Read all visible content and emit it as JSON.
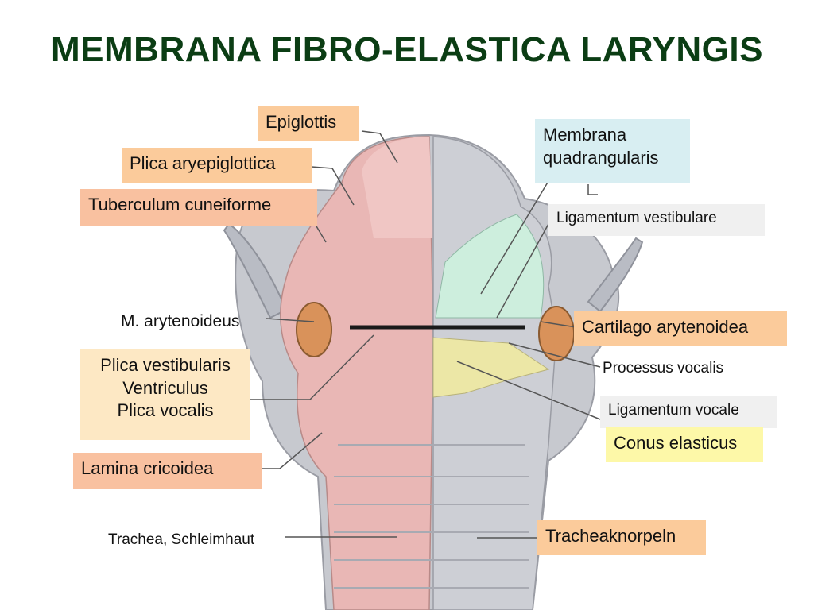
{
  "title": "MEMBRANA FIBRO-ELASTICA LARYNGIS",
  "colors": {
    "title": "#0b3d14",
    "orange_label": "#fbcb9b",
    "yellow_label": "#fdf8a8",
    "cyan_label": "#d8eef2",
    "grey_label": "#f0f0f0",
    "mucosa_pink": "#e9b7b5",
    "quadrangular_green": "#cdeedd",
    "conus_yellow": "#ece7a6",
    "tissue_grey": "#c7c9cf"
  },
  "labels": {
    "epiglottis": "Epiglottis",
    "plica_aryepiglottica": "Plica aryepiglottica",
    "tuberculum_cuneiforme": "Tuberculum cuneiforme",
    "m_arytenoideus": "M. arytenoideus",
    "plica_vestibularis": "Plica vestibularis",
    "ventriculus": "Ventriculus",
    "plica_vocalis": "Plica vocalis",
    "lamina_cricoidea": "Lamina cricoidea",
    "trachea_schleimhaut": "Trachea, Schleimhaut",
    "membrana_line1": "Membrana",
    "membrana_line2": "quadrangularis",
    "ligamentum_vestibulare": "Ligamentum vestibulare",
    "cartilago_arytenoidea": "Cartilago arytenoidea",
    "processus_vocalis": "Processus vocalis",
    "ligamentum_vocale": "Ligamentum vocale",
    "conus_elasticus": "Conus elasticus",
    "tracheaknorpeln": "Tracheaknorpeln"
  }
}
